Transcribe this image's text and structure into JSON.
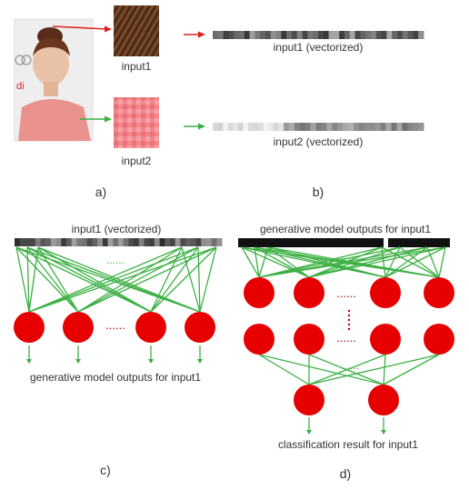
{
  "panel_a": {
    "input1_label": "input1",
    "input2_label": "input2",
    "caption": "a)"
  },
  "panel_b": {
    "input1_vec_label": "input1 (vectorized)",
    "input2_vec_label": "input2 (vectorized)",
    "caption": "b)"
  },
  "panel_c": {
    "top_label": "input1 (vectorized)",
    "dots_top": "......",
    "dots_mid": "......",
    "bottom_label": "generative model outputs for input1",
    "caption": "c)"
  },
  "panel_d": {
    "top_label": "generative model outputs for input1",
    "dots_top": "......",
    "dots_row1": "......",
    "dots_row2": "......",
    "dots_lower": "......",
    "bottom_label": "classification result for input1",
    "caption": "d)"
  },
  "photo_text": "di",
  "colors": {
    "neuron": "#e60000",
    "edge": "#3cb043",
    "red_arrow": "#e02020",
    "dots_red": "#c00000",
    "dots_green": "#3cb043",
    "bar_dark": "#111111"
  }
}
